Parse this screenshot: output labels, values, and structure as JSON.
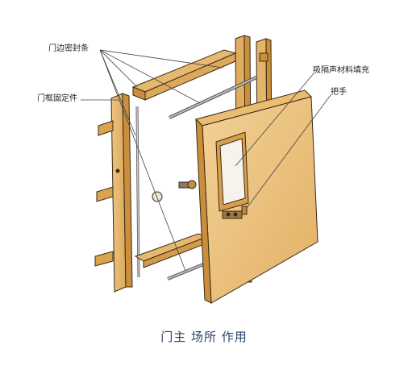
{
  "labels": {
    "seal_strip": "门边密封条",
    "frame_fixing": "门框固定件",
    "sound_fill": "吸隔声材料填充",
    "handle": "把手"
  },
  "caption": "门主 场所 作用",
  "colors": {
    "wood": "#e3b468",
    "wood_dark": "#c98f3c",
    "wood_light": "#f2cf90",
    "line": "#3a2a14",
    "seal": "#9a9a9a"
  }
}
